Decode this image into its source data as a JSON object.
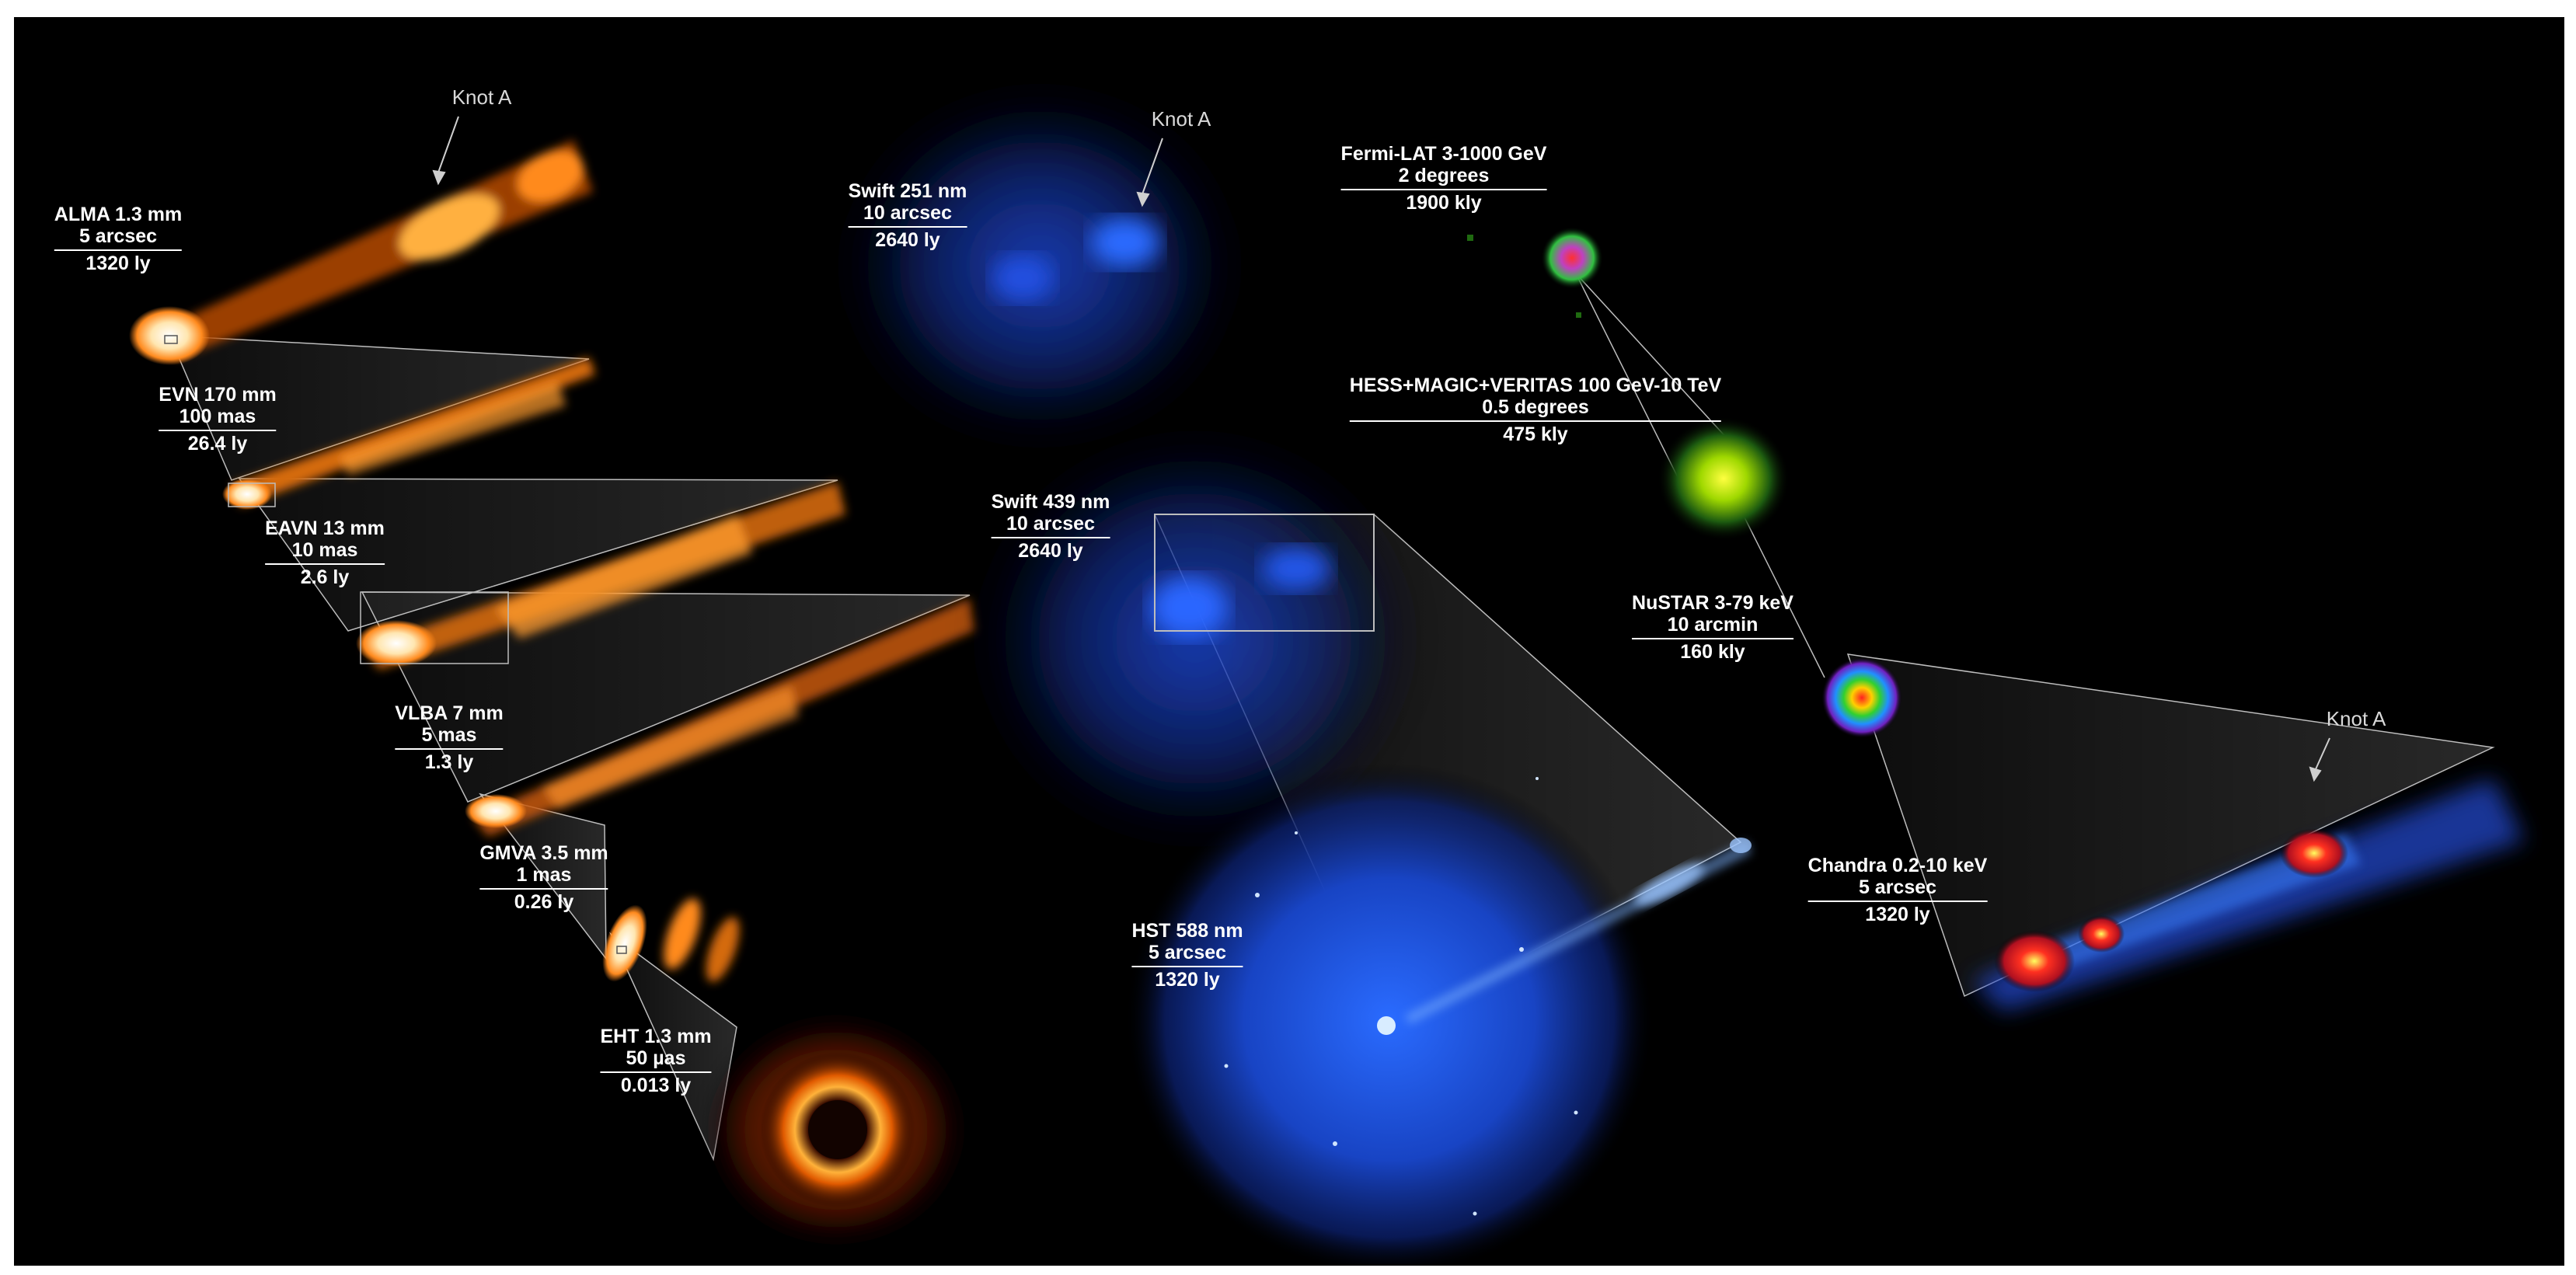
{
  "panels": [
    {
      "id": "alma",
      "lines": [
        "ALMA 1.3 mm",
        "5 arcsec",
        "1320 ly"
      ]
    },
    {
      "id": "evn",
      "lines": [
        "EVN 170 mm",
        "100 mas",
        "26.4 ly"
      ]
    },
    {
      "id": "eavn",
      "lines": [
        "EAVN 13 mm",
        "10 mas",
        "2.6 ly"
      ]
    },
    {
      "id": "vlba",
      "lines": [
        "VLBA 7 mm",
        "5 mas",
        "1.3 ly"
      ]
    },
    {
      "id": "gmva",
      "lines": [
        "GMVA 3.5 mm",
        "1 mas",
        "0.26 ly"
      ]
    },
    {
      "id": "eht",
      "lines": [
        "EHT 1.3 mm",
        "50 µas",
        "0.013 ly"
      ]
    },
    {
      "id": "swift251",
      "lines": [
        "Swift 251 nm",
        "10 arcsec",
        "2640 ly"
      ]
    },
    {
      "id": "swift439",
      "lines": [
        "Swift 439 nm",
        "10 arcsec",
        "2640 ly"
      ]
    },
    {
      "id": "hst",
      "lines": [
        "HST 588 nm",
        "5 arcsec",
        "1320 ly"
      ]
    },
    {
      "id": "fermi",
      "lines": [
        "Fermi-LAT 3-1000 GeV",
        "2 degrees",
        "1900 kly"
      ]
    },
    {
      "id": "hess",
      "lines": [
        "HESS+MAGIC+VERITAS 100 GeV-10 TeV",
        "0.5 degrees",
        "475 kly"
      ]
    },
    {
      "id": "nustar",
      "lines": [
        "NuSTAR 3-79 keV",
        "10 arcmin",
        "160 kly"
      ]
    },
    {
      "id": "chandra",
      "lines": [
        "Chandra 0.2-10 keV",
        "5 arcsec",
        "1320 ly"
      ]
    }
  ],
  "knots": [
    "Knot A",
    "Knot A",
    "Knot A"
  ],
  "colors": {
    "background": "#000000",
    "radio_orange": "#ff8a1e",
    "optical_blue": "#1f5cff",
    "connector": "#bfbfbf"
  }
}
